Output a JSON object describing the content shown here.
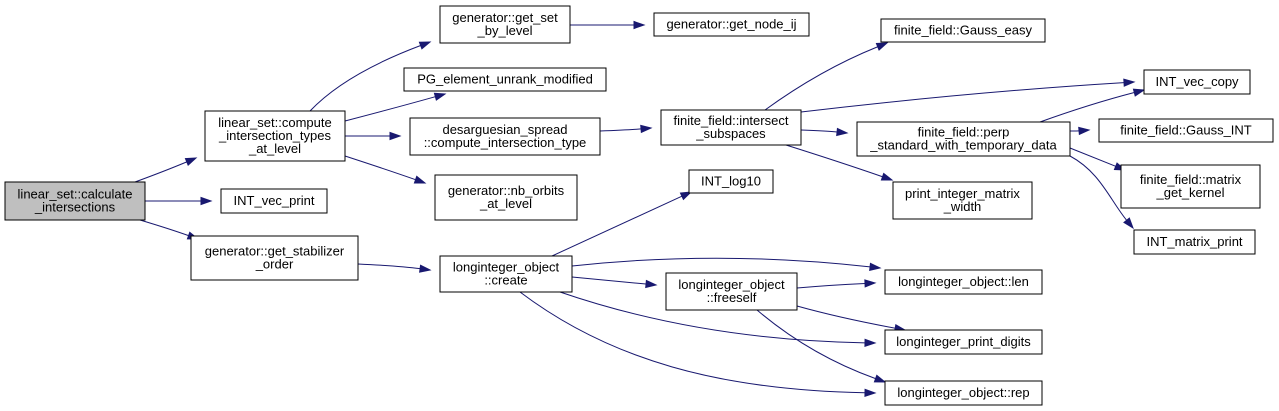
{
  "nodes": [
    {
      "id": "calc",
      "lines": [
        "linear_set::calculate",
        "_intersections"
      ],
      "root": true
    },
    {
      "id": "cit",
      "lines": [
        "linear_set::compute",
        "_intersection_types",
        "_at_level"
      ]
    },
    {
      "id": "ivp",
      "lines": [
        "INT_vec_print"
      ]
    },
    {
      "id": "gso",
      "lines": [
        "generator::get_stabilizer",
        "_order"
      ]
    },
    {
      "id": "gsbl",
      "lines": [
        "generator::get_set",
        "_by_level"
      ]
    },
    {
      "id": "pgeu",
      "lines": [
        "PG_element_unrank_modified"
      ]
    },
    {
      "id": "dsci",
      "lines": [
        "desarguesian_spread",
        "::compute_intersection_type"
      ]
    },
    {
      "id": "gnoal",
      "lines": [
        "generator::nb_orbits",
        "_at_level"
      ]
    },
    {
      "id": "loc",
      "lines": [
        "longinteger_object",
        "::create"
      ]
    },
    {
      "id": "gnij",
      "lines": [
        "generator::get_node_ij"
      ]
    },
    {
      "id": "ffis",
      "lines": [
        "finite_field::intersect",
        "_subspaces"
      ]
    },
    {
      "id": "il10",
      "lines": [
        "INT_log10"
      ]
    },
    {
      "id": "lof",
      "lines": [
        "longinteger_object",
        "::freeself"
      ]
    },
    {
      "id": "ffge",
      "lines": [
        "finite_field::Gauss_easy"
      ]
    },
    {
      "id": "ffperp",
      "lines": [
        "finite_field::perp",
        "_standard_with_temporary_data"
      ]
    },
    {
      "id": "pimw",
      "lines": [
        "print_integer_matrix",
        "_width"
      ]
    },
    {
      "id": "ivc",
      "lines": [
        "INT_vec_copy"
      ]
    },
    {
      "id": "ffgi",
      "lines": [
        "finite_field::Gauss_INT"
      ]
    },
    {
      "id": "ffmgk",
      "lines": [
        "finite_field::matrix",
        "_get_kernel"
      ]
    },
    {
      "id": "imp",
      "lines": [
        "INT_matrix_print"
      ]
    },
    {
      "id": "lolen",
      "lines": [
        "longinteger_object::len"
      ]
    },
    {
      "id": "lpd",
      "lines": [
        "longinteger_print_digits"
      ]
    },
    {
      "id": "lorep",
      "lines": [
        "longinteger_object::rep"
      ]
    }
  ],
  "edges": [
    [
      "calc",
      "cit"
    ],
    [
      "calc",
      "ivp"
    ],
    [
      "calc",
      "gso"
    ],
    [
      "cit",
      "gsbl"
    ],
    [
      "cit",
      "pgeu"
    ],
    [
      "cit",
      "dsci"
    ],
    [
      "cit",
      "gnoal"
    ],
    [
      "gsbl",
      "gnij"
    ],
    [
      "dsci",
      "ffis"
    ],
    [
      "ffis",
      "ffge"
    ],
    [
      "ffis",
      "ivc"
    ],
    [
      "ffis",
      "ffperp"
    ],
    [
      "ffis",
      "pimw"
    ],
    [
      "ffperp",
      "ivc"
    ],
    [
      "ffperp",
      "ffgi"
    ],
    [
      "ffperp",
      "ffmgk"
    ],
    [
      "ffperp",
      "imp"
    ],
    [
      "gso",
      "loc"
    ],
    [
      "loc",
      "il10"
    ],
    [
      "loc",
      "lolen"
    ],
    [
      "loc",
      "lof"
    ],
    [
      "loc",
      "lpd"
    ],
    [
      "loc",
      "lorep"
    ],
    [
      "lof",
      "lolen"
    ],
    [
      "lof",
      "lpd"
    ],
    [
      "lof",
      "lorep"
    ]
  ]
}
